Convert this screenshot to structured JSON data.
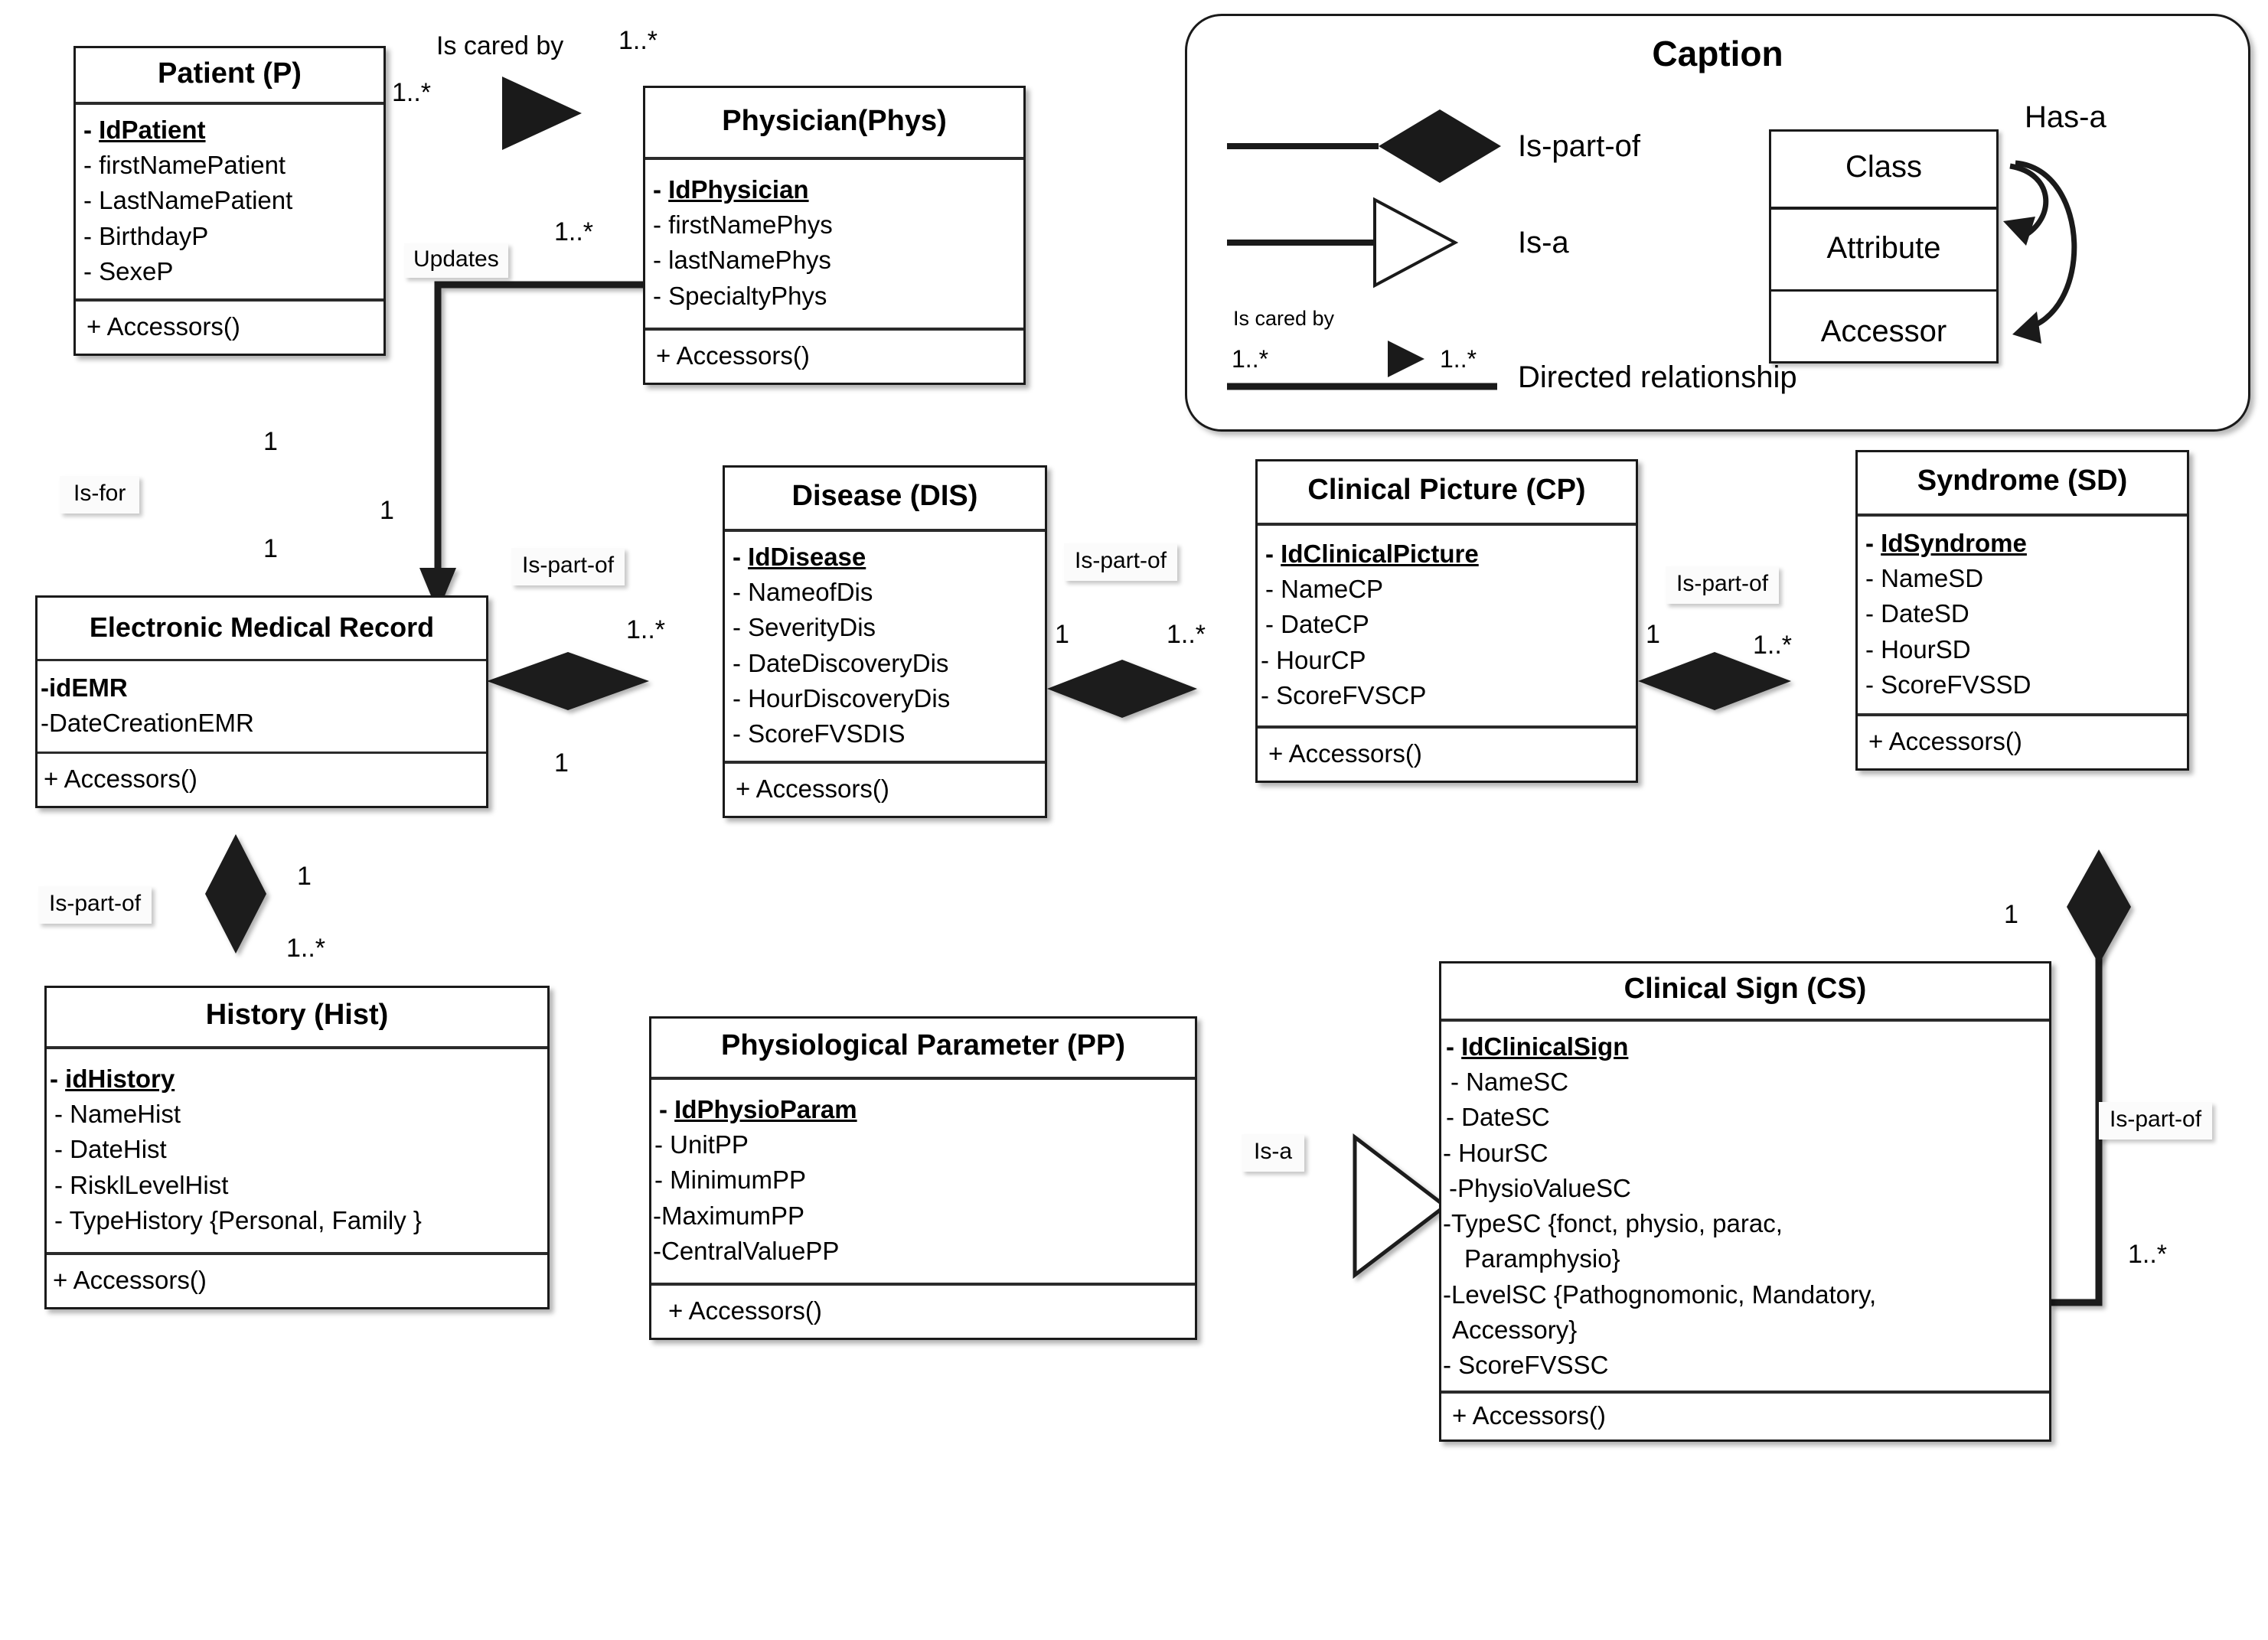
{
  "diagram": {
    "type": "uml-class-diagram",
    "classes": [
      {
        "id": "patient",
        "title": "Patient (P)",
        "attributes": [
          "IdPatient",
          "firstNamePatient",
          "LastNamePatient",
          "BirthdayP",
          "SexeP"
        ],
        "primary_key": "IdPatient",
        "operations": [
          "+ Accessors()"
        ]
      },
      {
        "id": "physician",
        "title": "Physician(Phys)",
        "attributes": [
          "IdPhysician",
          "firstNamePhys",
          "lastNamePhys",
          "SpecialtyPhys"
        ],
        "primary_key": "IdPhysician",
        "operations": [
          "+ Accessors()"
        ]
      },
      {
        "id": "emr",
        "title": "Electronic Medical Record",
        "attributes": [
          "idEMR",
          "DateCreationEMR"
        ],
        "primary_key": "",
        "operations": [
          "+ Accessors()"
        ]
      },
      {
        "id": "disease",
        "title": "Disease (DIS)",
        "attributes": [
          "IdDisease",
          "NameofDis",
          "SeverityDis",
          "DateDiscoveryDis",
          "HourDiscoveryDis",
          "ScoreFVSDIS"
        ],
        "primary_key": "IdDisease",
        "operations": [
          "+ Accessors()"
        ]
      },
      {
        "id": "clinical_picture",
        "title": "Clinical Picture (CP)",
        "attributes": [
          "IdClinicalPicture",
          "NameCP",
          "DateCP",
          "HourCP",
          "ScoreFVSCP"
        ],
        "primary_key": "IdClinicalPicture",
        "operations": [
          "+ Accessors()"
        ]
      },
      {
        "id": "syndrome",
        "title": "Syndrome (SD)",
        "attributes": [
          "IdSyndrome",
          "NameSD",
          "DateSD",
          "HourSD",
          "ScoreFVSSD"
        ],
        "primary_key": "IdSyndrome",
        "operations": [
          "+ Accessors()"
        ]
      },
      {
        "id": "history",
        "title": "History (Hist)",
        "attributes": [
          "idHistory",
          "NameHist",
          "DateHist",
          "RisklLevelHist",
          "TypeHistory {Personal, Family }"
        ],
        "primary_key": "idHistory",
        "operations": [
          "+ Accessors()"
        ]
      },
      {
        "id": "physio_param",
        "title": "Physiological Parameter (PP)",
        "attributes": [
          "IdPhysioParam",
          "UnitPP",
          "MinimumPP",
          "MaximumPP",
          "CentralValuePP"
        ],
        "primary_key": "IdPhysioParam",
        "operations": [
          "+ Accessors()"
        ]
      },
      {
        "id": "clinical_sign",
        "title": "Clinical Sign (CS)",
        "attributes": [
          "IdClinicalSign",
          "NameSC",
          "DateSC",
          "HourSC",
          "PhysioValueSC",
          "TypeSC {fonct, physio, parac,",
          "Paramphysio}",
          "LevelSC {Pathognomonic, Mandatory,",
          "Accessory}",
          "ScoreFVSSC"
        ],
        "primary_key": "IdClinicalSign",
        "operations": [
          "+ Accessors()"
        ]
      }
    ],
    "relationship_labels": {
      "is_cared_by": "Is cared by",
      "updates": "Updates",
      "is_for": "Is-for",
      "is_part_of": "Is-part-of",
      "is_a": "Is-a"
    },
    "multiplicities": {
      "one": "1",
      "one_to_many": "1..*"
    },
    "patient_fields": {
      "a0": "IdPatient",
      "a1": "firstNamePatient",
      "a2": "LastNamePatient",
      "a3": "BirthdayP",
      "a4": "SexeP",
      "ops": "+ Accessors()",
      "title": "Patient (P)"
    },
    "physician_fields": {
      "title": "Physician(Phys)",
      "a0": "IdPhysician",
      "a1": "firstNamePhys",
      "a2": "lastNamePhys",
      "a3": "SpecialtyPhys",
      "ops": "+ Accessors()"
    },
    "emr_fields": {
      "title": "Electronic Medical Record",
      "a0": "idEMR",
      "a1": "DateCreationEMR",
      "ops": "+ Accessors()"
    },
    "disease_fields": {
      "title": "Disease (DIS)",
      "a0": "IdDisease",
      "a1": "NameofDis",
      "a2": "SeverityDis",
      "a3": "DateDiscoveryDis",
      "a4": "HourDiscoveryDis",
      "a5": "ScoreFVSDIS",
      "ops": "+ Accessors()"
    },
    "cp_fields": {
      "title": "Clinical Picture (CP)",
      "a0": "IdClinicalPicture",
      "a1": "NameCP",
      "a2": "DateCP",
      "a3": "HourCP",
      "a4": "ScoreFVSCP",
      "ops": "+ Accessors()"
    },
    "sd_fields": {
      "title": "Syndrome (SD)",
      "a0": "IdSyndrome",
      "a1": "NameSD",
      "a2": "DateSD",
      "a3": "HourSD",
      "a4": "ScoreFVSSD",
      "ops": "+ Accessors()"
    },
    "hist_fields": {
      "title": "History (Hist)",
      "a0": "idHistory",
      "a1": "NameHist",
      "a2": "DateHist",
      "a3": "RisklLevelHist",
      "a4": "TypeHistory {Personal, Family }",
      "ops": "+ Accessors()"
    },
    "pp_fields": {
      "title": "Physiological Parameter (PP)",
      "a0": "IdPhysioParam",
      "a1": "UnitPP",
      "a2": "MinimumPP",
      "a3": "MaximumPP",
      "a4": "CentralValuePP",
      "ops": "+ Accessors()"
    },
    "cs_fields": {
      "title": "Clinical Sign (CS)",
      "a0": "IdClinicalSign",
      "a1": "NameSC",
      "a2": "DateSC",
      "a3": "HourSC",
      "a4": "PhysioValueSC",
      "a5": "TypeSC {fonct, physio, parac,",
      "a6": "Paramphysio}",
      "a7": "LevelSC {Pathognomonic, Mandatory,",
      "a8": "Accessory}",
      "a9": "ScoreFVSSC",
      "ops": "+ Accessors()"
    }
  },
  "caption": {
    "title": "Caption",
    "is_part_of": "Is-part-of",
    "is_a": "Is-a",
    "is_cared_by": "Is cared by",
    "directed_relationship": "Directed relationship",
    "has_a": "Has-a",
    "mult_left": "1..*",
    "mult_right": "1..*",
    "legend_class": {
      "class": "Class",
      "attribute": "Attribute",
      "accessor": "Accessor"
    }
  },
  "labels": {
    "is_cared_by": "Is cared by",
    "updates": "Updates",
    "is_for": "Is-for",
    "is_part_of_emr_dis": "Is-part-of",
    "is_part_of_dis_cp": "Is-part-of",
    "is_part_of_cp_sd": "Is-part-of",
    "is_part_of_emr_hist": "Is-part-of",
    "is_part_of_sd_cs": "Is-part-of",
    "is_a_pp_cs": "Is-a"
  },
  "mult": {
    "m_patient_phys_left": "1..*",
    "m_patient_phys_right": "1..*",
    "m_updates": "1..*",
    "m_patient_emr_top": "1",
    "m_patient_emr_bot": "1",
    "m_updates_arrow": "1",
    "m_emr_dis_star": "1..*",
    "m_emr_dis_one": "1",
    "m_dis_cp_one": "1",
    "m_dis_cp_star": "1..*",
    "m_cp_sd_one": "1",
    "m_cp_sd_star": "1..*",
    "m_emr_hist_one": "1",
    "m_emr_hist_star": "1..*",
    "m_sd_cs_one": "1",
    "m_sd_cs_star": "1..*"
  },
  "colors": {
    "stroke": "#1a1a1a",
    "fill": "#ffffff",
    "label_bg": "#fbfbfb"
  }
}
